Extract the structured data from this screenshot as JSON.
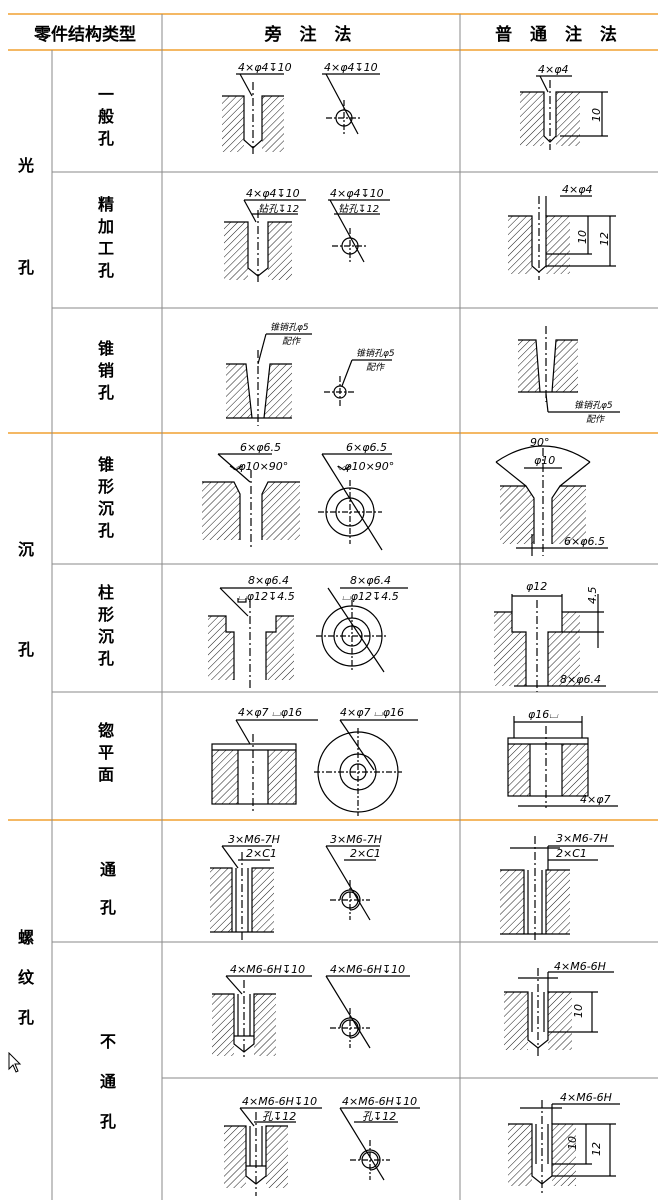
{
  "header": {
    "col1": "零件结构类型",
    "col2": "旁 注 法",
    "col3": "普 通 注 法"
  },
  "groups": [
    {
      "name": "光 孔",
      "rows": [
        "一般孔",
        "精加工孔",
        "锥销孔"
      ]
    },
    {
      "name": "沉 孔",
      "rows": [
        "锥形沉孔",
        "柱形沉孔",
        "锪平面"
      ]
    },
    {
      "name": "螺纹孔",
      "rows": [
        "通 孔",
        "不 通 孔"
      ]
    }
  ],
  "side_labels": {
    "gk1": "光",
    "gk2": "孔",
    "ck1": "沉",
    "ck2": "孔",
    "lw1": "螺",
    "lw2": "纹",
    "lw3": "孔"
  },
  "row_labels": {
    "r1": "一般孔",
    "r2": "精加工孔",
    "r3": "锥销孔",
    "r4": "锥形沉孔",
    "r5": "柱形沉孔",
    "r6": "锪平面",
    "r7a": "通",
    "r7b": "孔",
    "r8a": "不",
    "r8b": "通",
    "r8c": "孔"
  },
  "annotations": {
    "a1": "4×φ4↧10",
    "a2": "4×φ4↧10",
    "a3": "4×φ4",
    "a3d": "10",
    "b1": "4×φ4↧10",
    "b1b": "钻孔↧12",
    "b2": "4×φ4↧10",
    "b2b": "钻孔↧12",
    "b3": "4×φ4",
    "b3d1": "10",
    "b3d2": "12",
    "c1": "锥销孔φ5",
    "c1b": "配作",
    "c2": "锥销孔φ5",
    "c2b": "配作",
    "c3": "锥销孔φ5",
    "c3b": "配作",
    "d1": "6×φ6.5",
    "d1b": "⌵φ10×90°",
    "d2": "6×φ6.5",
    "d2b": "⌵φ10×90°",
    "d3a": "90°",
    "d3b": "φ10",
    "d3c": "6×φ6.5",
    "e1": "8×φ6.4",
    "e1b": "⌴φ12↧4.5",
    "e2": "8×φ6.4",
    "e2b": "⌴φ12↧4.5",
    "e3a": "φ12",
    "e3b": "4.5",
    "e3c": "8×φ6.4",
    "f1": "4×φ7 ⌴φ16",
    "f2": "4×φ7 ⌴φ16",
    "f3a": "φ16⌴",
    "f3b": "4×φ7",
    "g1": "3×M6-7H",
    "g1b": "2×C1",
    "g2": "3×M6-7H",
    "g2b": "2×C1",
    "g3": "3×M6-7H",
    "g3b": "2×C1",
    "h1": "4×M6-6H↧10",
    "h2": "4×M6-6H↧10",
    "h3": "4×M6-6H",
    "h3d": "10",
    "i1": "4×M6-6H↧10",
    "i1b": "孔↧12",
    "i2": "4×M6-6H↧10",
    "i2b": "孔↧12",
    "i3": "4×M6-6H",
    "i3d1": "10",
    "i3d2": "12"
  },
  "colors": {
    "grid": "#f0a030",
    "grid_inner": "#8a8a8a",
    "ink": "#000000"
  }
}
